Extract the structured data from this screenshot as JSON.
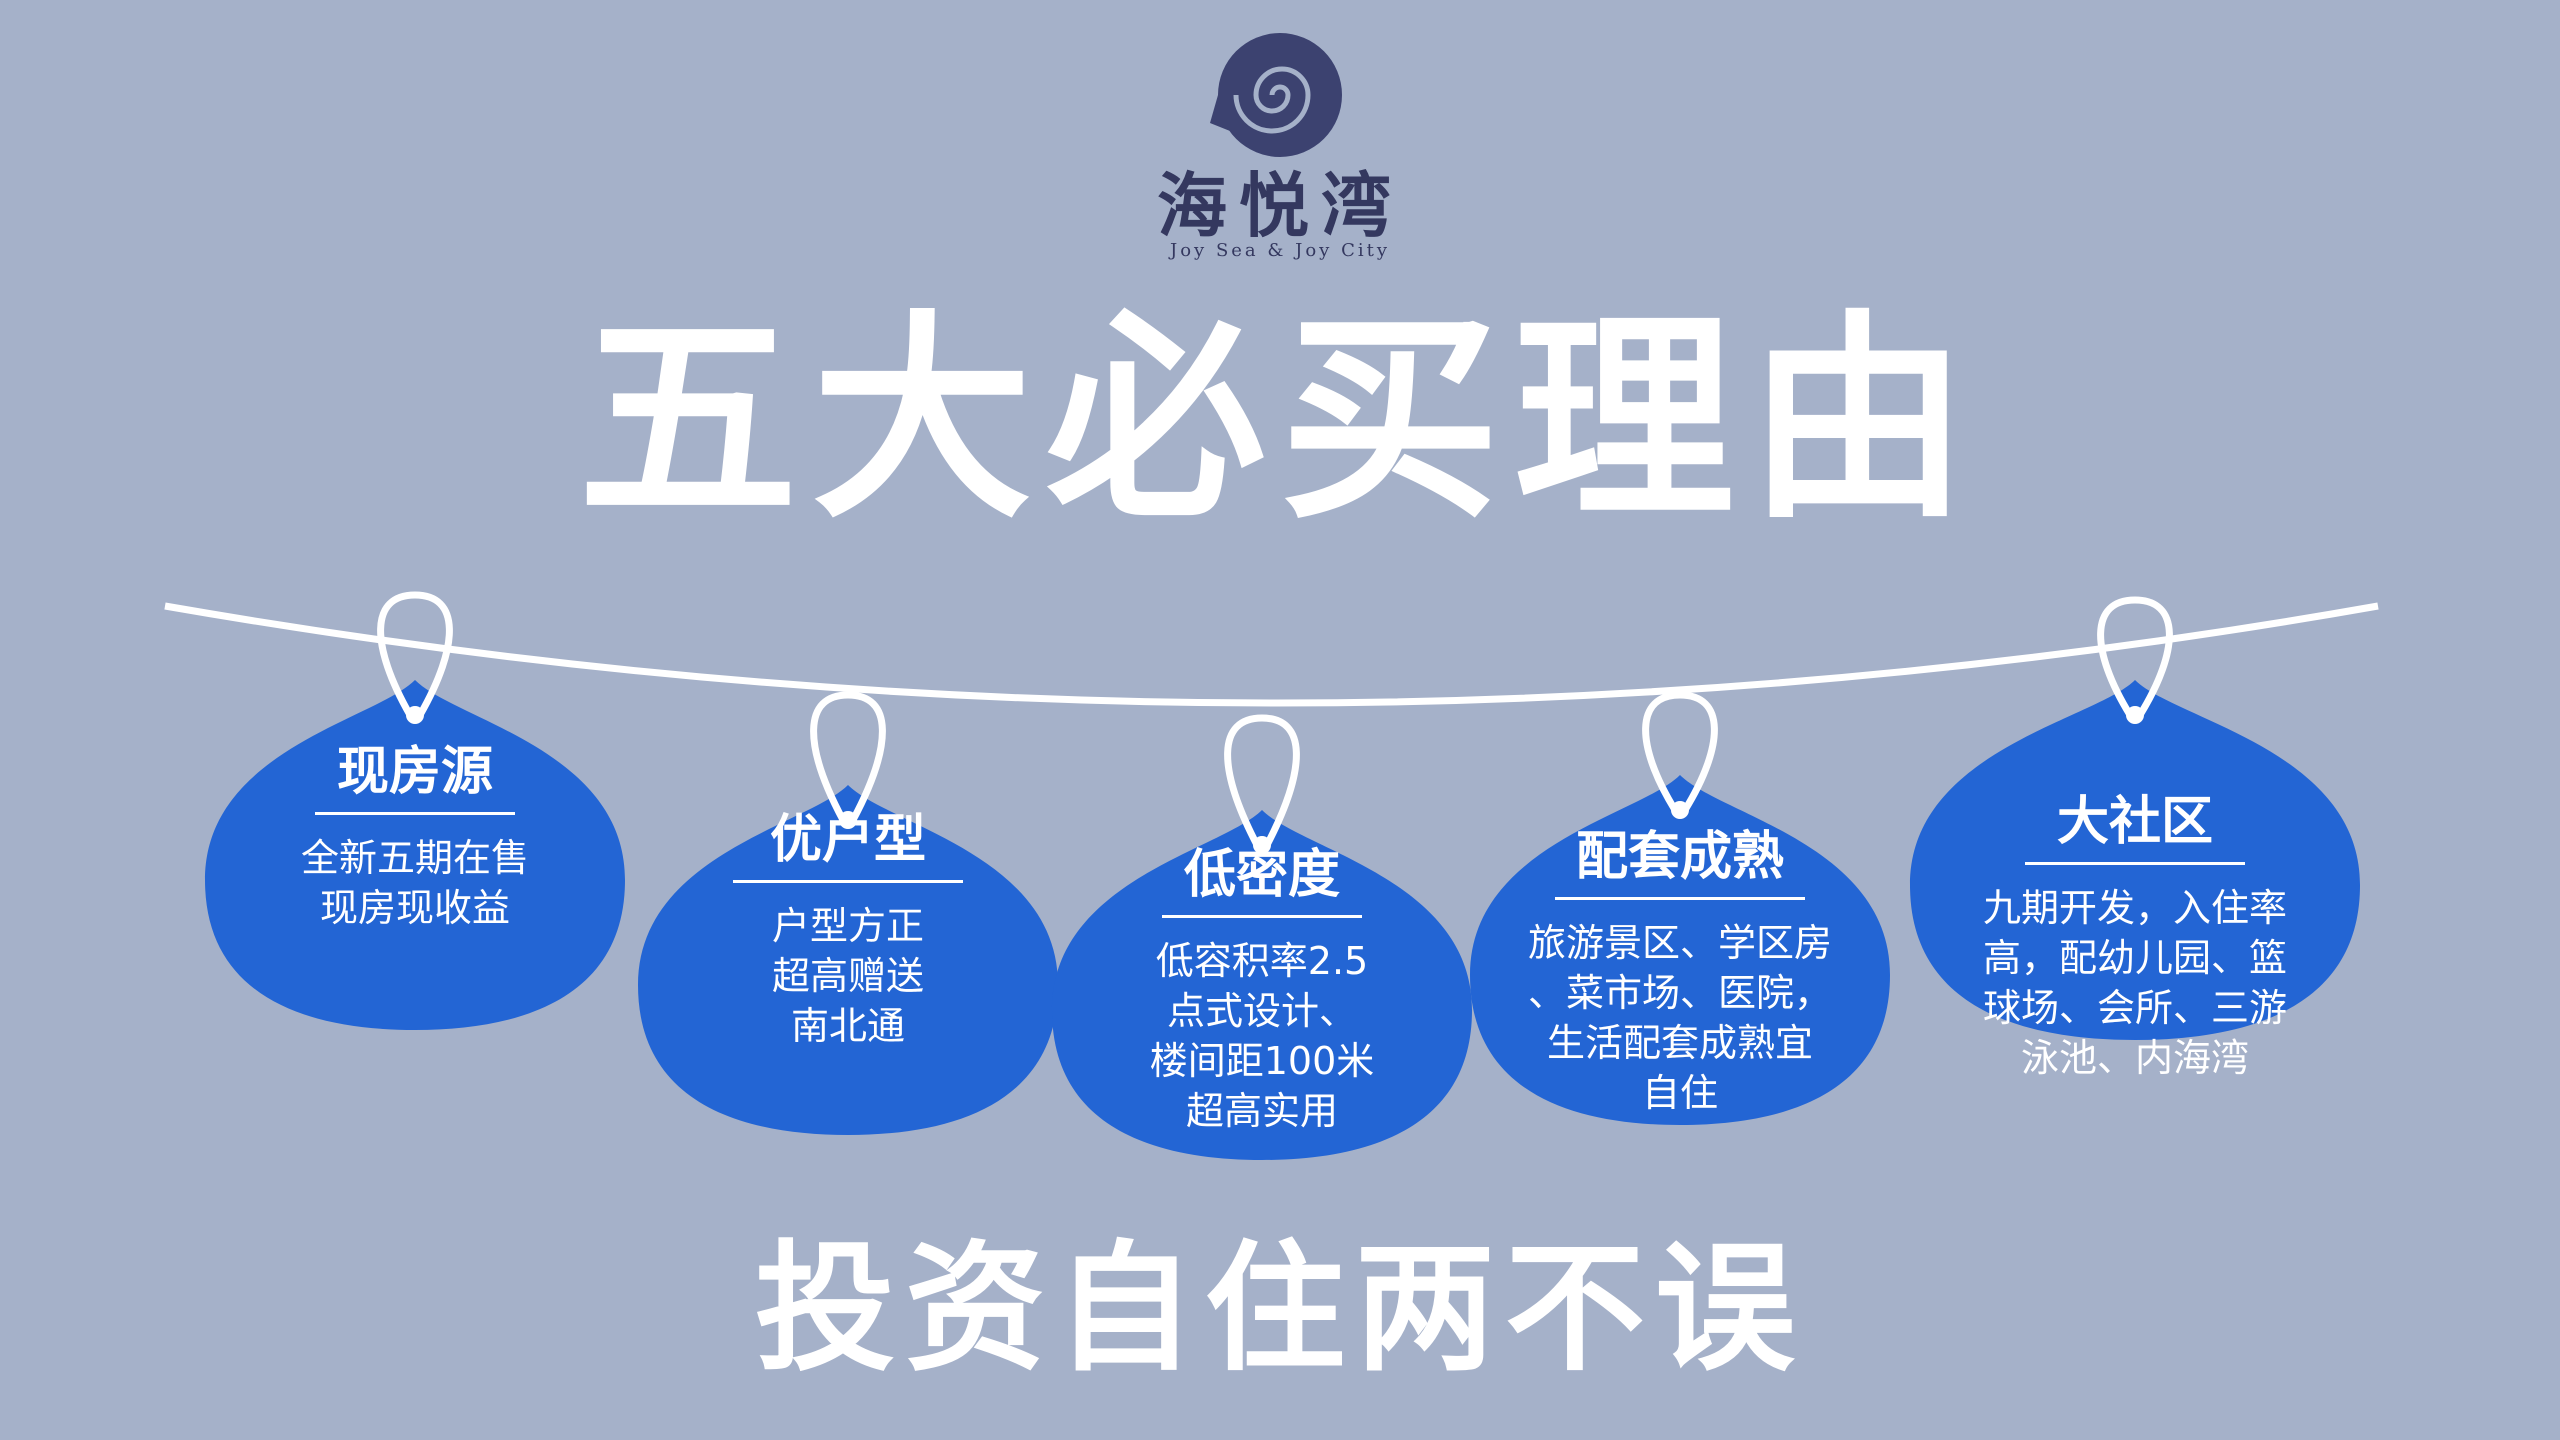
{
  "logo": {
    "icon": "spiral-shell-icon",
    "name": "海悦湾",
    "tagline": "Joy Sea & Joy City"
  },
  "title": "五大必买理由",
  "subtitle": "投资自住两不误",
  "colors": {
    "background": "#a5b1c9",
    "tag_fill": "#2365d4",
    "string": "#ffffff",
    "logo_ink": "#34385f"
  },
  "tags": [
    {
      "title": "现房源",
      "lines": [
        "全新五期在售",
        "现房现收益"
      ]
    },
    {
      "title": "优户型",
      "lines": [
        "户型方正",
        "超高赠送",
        "南北通"
      ]
    },
    {
      "title": "低密度",
      "lines": [
        "低容积率2.5",
        "点式设计、",
        "楼间距100米",
        "超高实用"
      ]
    },
    {
      "title": "配套成熟",
      "lines": [
        "旅游景区、学区房",
        "、菜市场、医院，",
        "生活配套成熟宜",
        "自住"
      ]
    },
    {
      "title": "大社区",
      "lines": [
        "九期开发，入住率",
        "高，配幼儿园、篮",
        "球场、会所、三游",
        "泳池、内海湾"
      ]
    }
  ]
}
